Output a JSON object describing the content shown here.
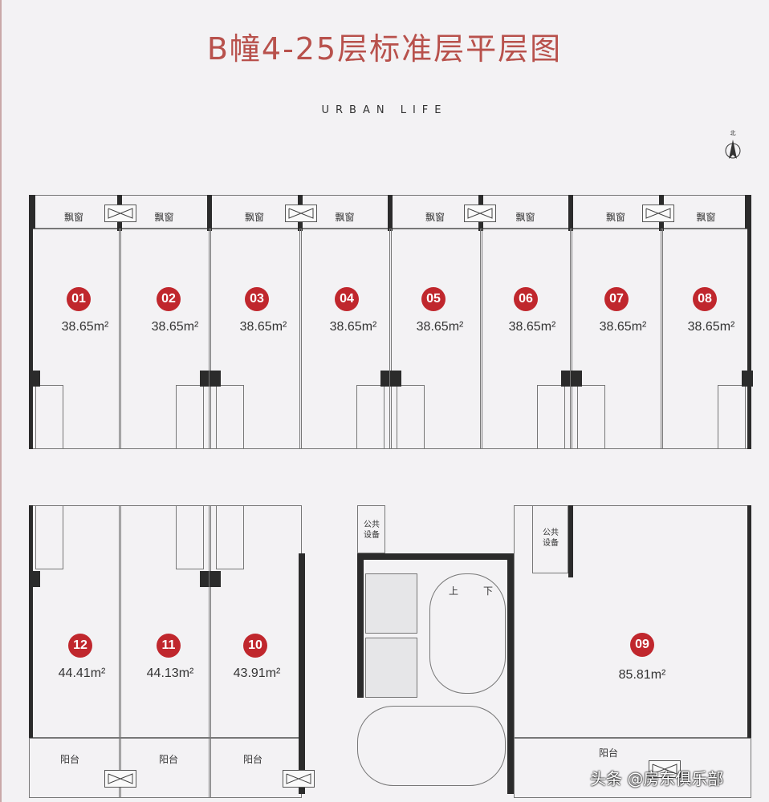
{
  "title": "B幢4-25层标准层平层图",
  "subtitle": "URBAN LIFE",
  "compass": {
    "label": "北",
    "icon": "north-arrow-icon"
  },
  "bay_window_label": "飘窗",
  "balcony_label": "阳台",
  "equipment_label": [
    "公共",
    "设备"
  ],
  "accent_color": "#c0272d",
  "units_top": [
    {
      "no": "01",
      "area": "38.65m²"
    },
    {
      "no": "02",
      "area": "38.65m²"
    },
    {
      "no": "03",
      "area": "38.65m²"
    },
    {
      "no": "04",
      "area": "38.65m²"
    },
    {
      "no": "05",
      "area": "38.65m²"
    },
    {
      "no": "06",
      "area": "38.65m²"
    },
    {
      "no": "07",
      "area": "38.65m²"
    },
    {
      "no": "08",
      "area": "38.65m²"
    }
  ],
  "units_bottom": [
    {
      "no": "12",
      "area": "44.41m²"
    },
    {
      "no": "11",
      "area": "44.13m²"
    },
    {
      "no": "10",
      "area": "43.91m²"
    },
    {
      "no": "09",
      "area": "85.81m²"
    }
  ],
  "stair_labels": {
    "up": "上",
    "down": "下"
  },
  "watermark": "头条 @房东俱乐部"
}
